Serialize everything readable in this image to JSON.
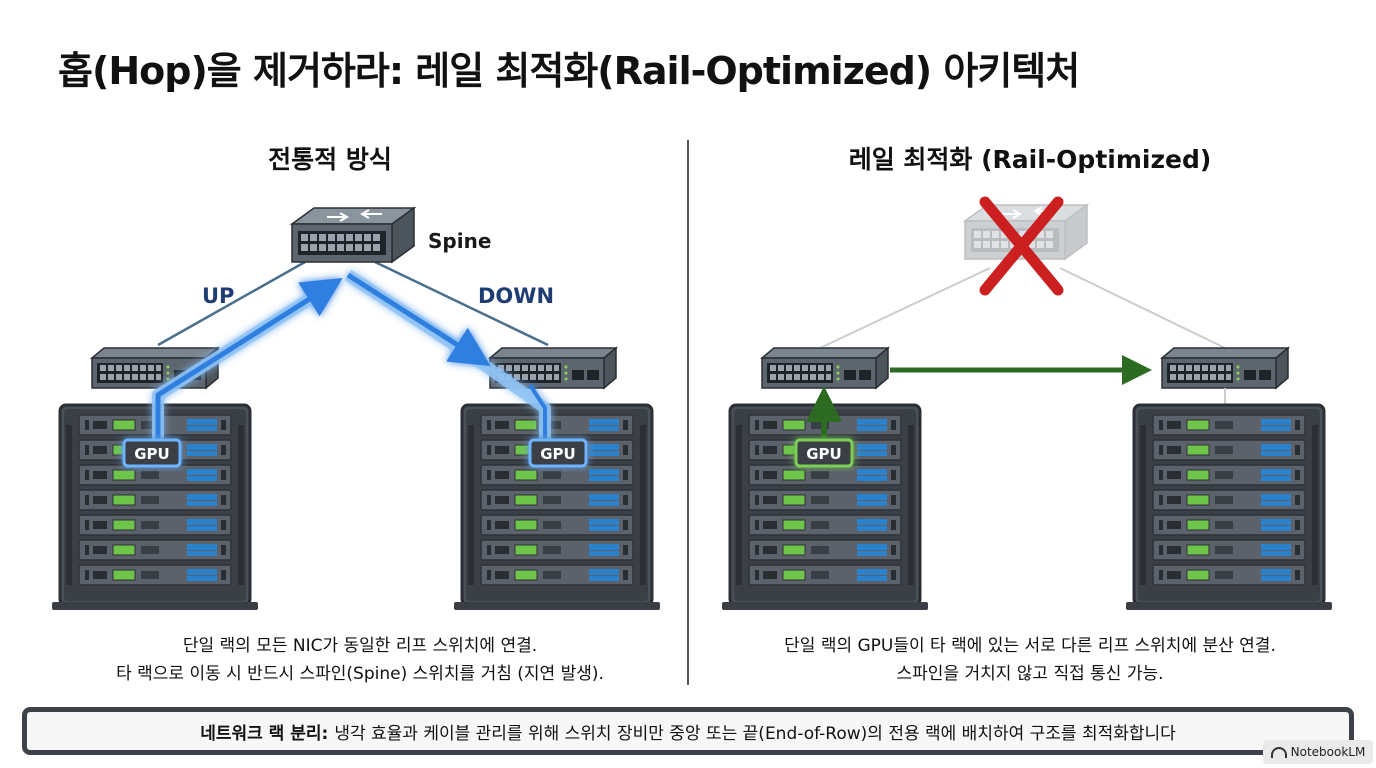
{
  "title": "홉(Hop)을 제거하라: 레일 최적화(Rail-Optimized) 아키텍처",
  "left": {
    "heading": "전통적 방식",
    "spine_label": "Spine",
    "up_label": "UP",
    "down_label": "DOWN",
    "gpu_label": "GPU",
    "caption_line1": "단일 랙의 모든 NIC가 동일한 리프 스위치에 연결.",
    "caption_line2": "타 랙으로 이동 시 반드시 스파인(Spine) 스위치를 거침 (지연 발생)."
  },
  "right": {
    "heading": "레일 최적화 (Rail-Optimized)",
    "gpu_label": "GPU",
    "caption_line1": "단일 랙의 GPU들이 타 랙에 있는 서로 다른 리프 스위치에 분산 연결.",
    "caption_line2": "스파인을 거치지 않고 직접 통신 가능."
  },
  "footer": {
    "bold_label": "네트워크 랙 분리:",
    "text": "냉각 효율과 케이블 관리를 위해 스위치 장비만 중앙 또는 끝(End-of-Row)의 전용 랙에 배치하여 구조를 최적화합니다"
  },
  "badge": {
    "label": "NotebookLM",
    "icon": "notebooklm-icon"
  },
  "colors": {
    "blue_glow": "#3f8ee8",
    "green_arrow": "#2e6b22",
    "red_x": "#cc1f1f",
    "rack": "#4a5058"
  }
}
